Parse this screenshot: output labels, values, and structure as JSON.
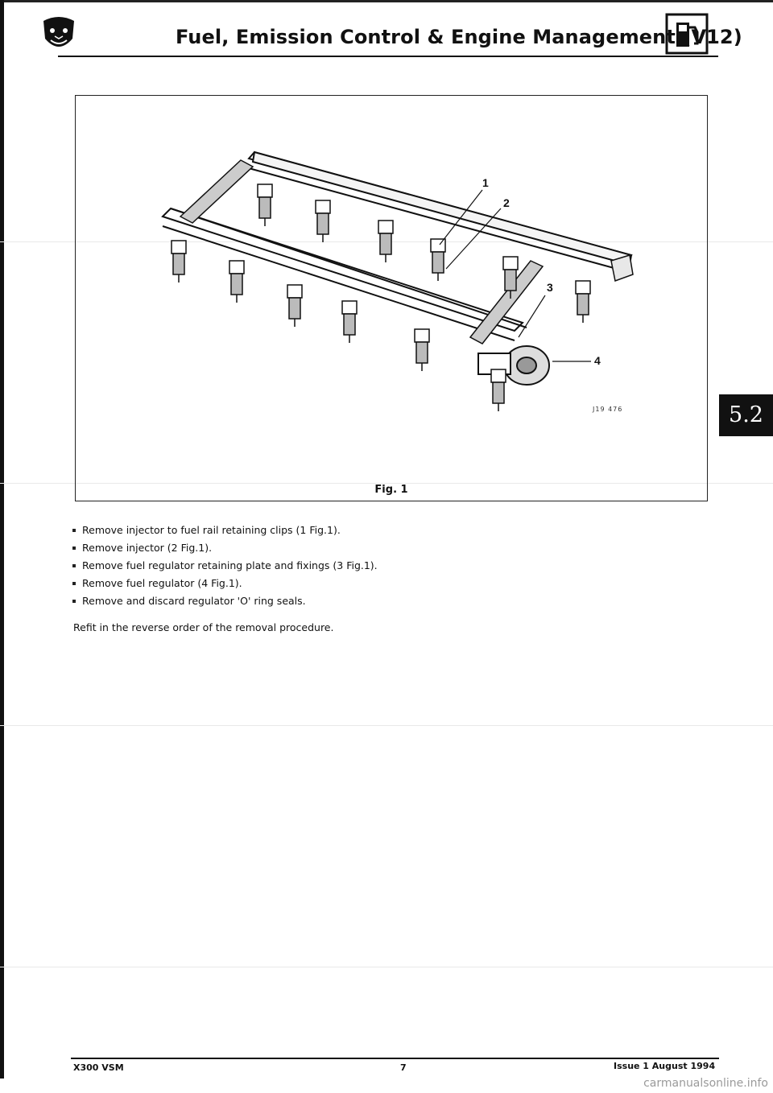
{
  "header": {
    "title": "Fuel, Emission Control & Engine Management (V12)"
  },
  "section_tab": "5.2",
  "figure": {
    "caption": "Fig. 1",
    "drawing_code": "J19 476",
    "callouts": [
      "1",
      "2",
      "3",
      "4"
    ]
  },
  "steps": [
    "Remove injector to fuel rail retaining clips (1 Fig.1).",
    "Remove injector (2 Fig.1).",
    "Remove fuel regulator retaining plate and fixings (3 Fig.1).",
    "Remove fuel regulator (4 Fig.1).",
    "Remove and discard regulator 'O' ring seals."
  ],
  "refit_note": "Refit in the reverse order of the removal procedure.",
  "footer": {
    "doc": "X300 VSM",
    "page": "7",
    "issue": "Issue 1 August 1994"
  },
  "watermark": "carmanualsonline.info"
}
